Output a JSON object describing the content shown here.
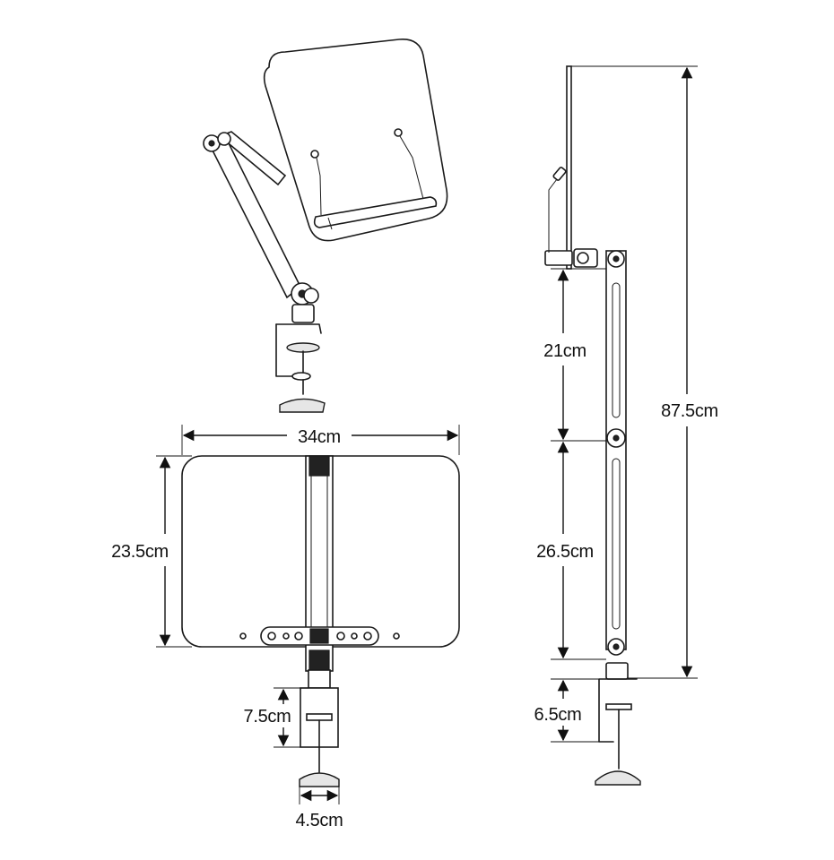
{
  "diagram": {
    "views": [
      "perspective-view",
      "front-view",
      "side-view"
    ],
    "dimensions": {
      "tray_width": "34cm",
      "tray_height": "23.5cm",
      "clamp_height": "7.5cm",
      "clamp_width": "4.5cm",
      "upper_arm_length": "21cm",
      "lower_arm_length": "26.5cm",
      "side_clamp_height": "6.5cm",
      "total_height": "87.5cm"
    },
    "colors": {
      "line": "#1a1a1a",
      "accent_dark": "#222222",
      "background": "#ffffff"
    }
  }
}
